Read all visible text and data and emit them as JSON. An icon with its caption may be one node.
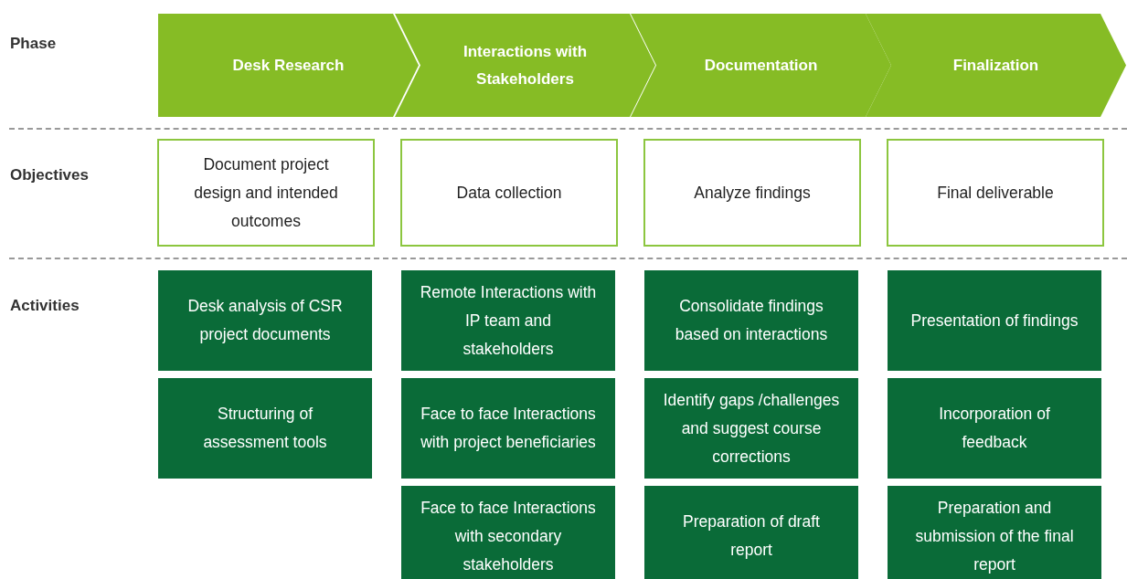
{
  "diagram": {
    "nodes": [
      {
        "text": [
          "Desk Research"
        ]
      },
      {
        "text": [
          "Interactions with Stakeholders"
        ]
      },
      {
        "text": [
          "Documentation"
        ]
      },
      {
        "text": [
          "Finalization"
        ]
      },
      {
        "text": [
          "Document project design and intended outcomes"
        ]
      },
      {
        "text": [
          "Data collection"
        ]
      },
      {
        "text": [
          "Analyze findings"
        ]
      },
      {
        "text": [
          "Final deliverable"
        ]
      },
      {
        "text": [
          "Desk analysis of CSR project documents"
        ]
      },
      {
        "text": [
          "Structuring of assessment tools"
        ]
      },
      {
        "text": [
          "Remote Interactions with IP team and stakeholders"
        ]
      },
      {
        "text": [
          "Face to face Interactions with project beneficiaries"
        ]
      },
      {
        "text": [
          "Face to face Interactions with secondary stakeholders"
        ]
      },
      {
        "text": [
          "Consolidate findings based on interactions"
        ]
      },
      {
        "text": [
          "Identify gaps /challenges and suggest course corrections"
        ]
      },
      {
        "text": [
          "Preparation of draft report"
        ]
      },
      {
        "text": [
          "Presentation of findings"
        ]
      },
      {
        "text": [
          "Incorporation of feedback"
        ]
      },
      {
        "text": [
          "Preparation and submission of the final report"
        ]
      }
    ],
    "labels": [
      "Phase",
      "Objectives",
      "Activities"
    ]
  }
}
